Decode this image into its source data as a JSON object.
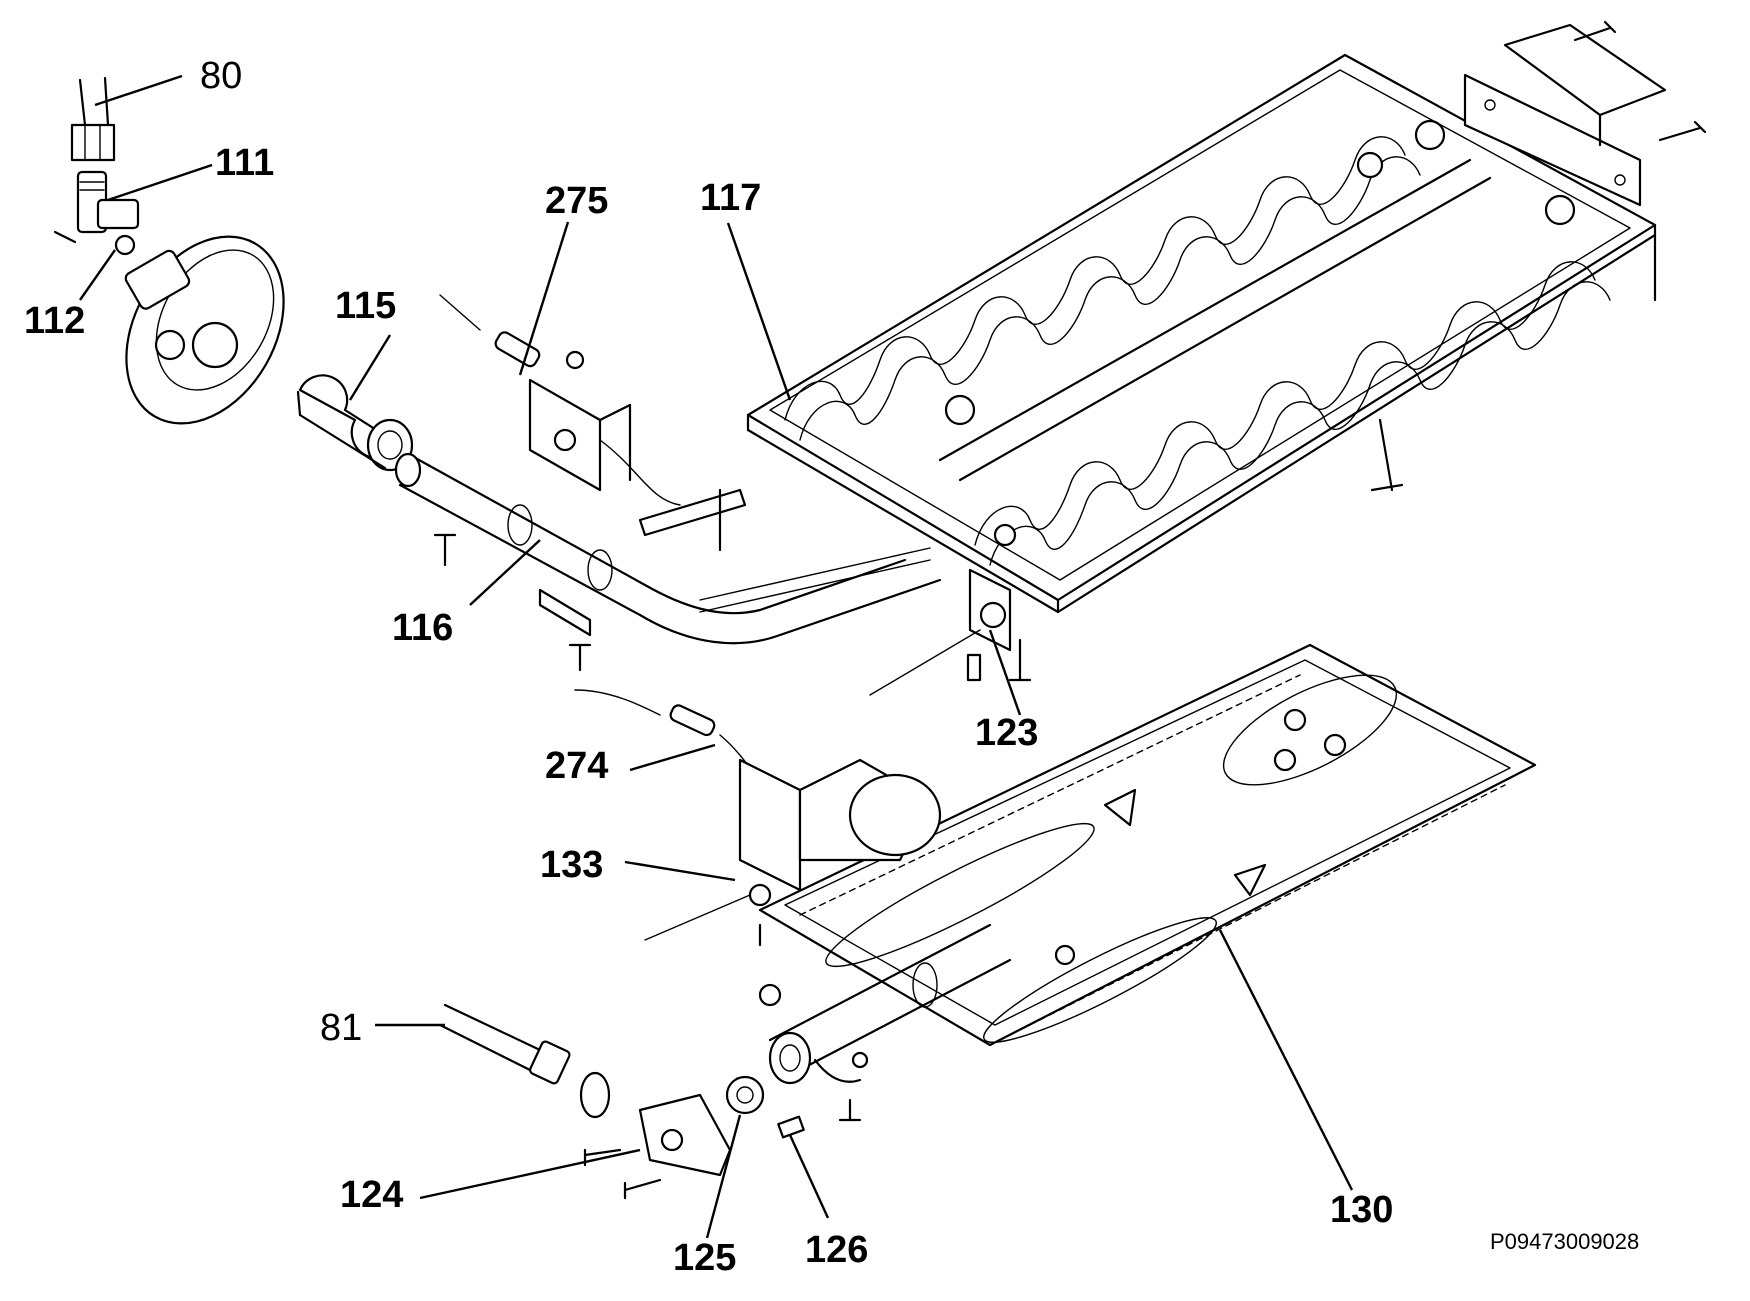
{
  "diagram": {
    "part_code": "P09473009028",
    "callouts": [
      {
        "id": "c80",
        "text": "80",
        "weight": "normal"
      },
      {
        "id": "c111",
        "text": "111",
        "weight": "bold"
      },
      {
        "id": "c112",
        "text": "112",
        "weight": "bold"
      },
      {
        "id": "c115",
        "text": "115",
        "weight": "bold"
      },
      {
        "id": "c275",
        "text": "275",
        "weight": "bold"
      },
      {
        "id": "c117",
        "text": "117",
        "weight": "bold"
      },
      {
        "id": "c116",
        "text": "116",
        "weight": "bold"
      },
      {
        "id": "c123",
        "text": "123",
        "weight": "bold"
      },
      {
        "id": "c274",
        "text": "274",
        "weight": "bold"
      },
      {
        "id": "c133",
        "text": "133",
        "weight": "bold"
      },
      {
        "id": "c81",
        "text": "81",
        "weight": "normal"
      },
      {
        "id": "c124",
        "text": "124",
        "weight": "bold"
      },
      {
        "id": "c125",
        "text": "125",
        "weight": "bold"
      },
      {
        "id": "c126",
        "text": "126",
        "weight": "bold"
      },
      {
        "id": "c130",
        "text": "130",
        "weight": "bold"
      }
    ]
  }
}
